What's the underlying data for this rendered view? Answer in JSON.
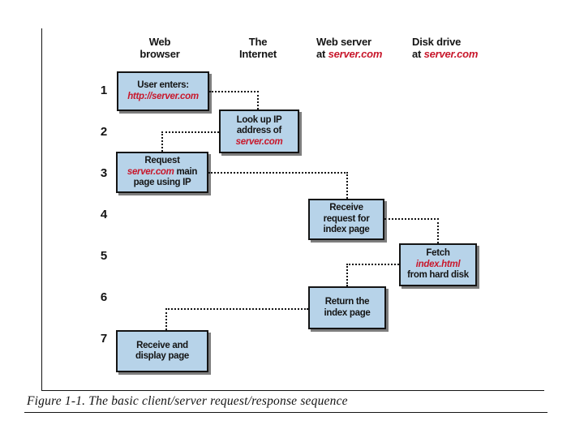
{
  "palette": {
    "box_fill": "#b7d3e9",
    "ink": "#141414",
    "accent_red": "#c8172b"
  },
  "caption": "Figure 1-1. The basic client/server request/response sequence",
  "columns": [
    {
      "id": "web-browser",
      "lines": [
        [
          {
            "t": "Web"
          }
        ],
        [
          {
            "t": "browser"
          }
        ]
      ]
    },
    {
      "id": "the-internet",
      "lines": [
        [
          {
            "t": "The"
          }
        ],
        [
          {
            "t": "Internet"
          }
        ]
      ]
    },
    {
      "id": "web-server",
      "lines": [
        [
          {
            "t": "Web server"
          }
        ],
        [
          {
            "t": "at "
          },
          {
            "t": "server.com",
            "red": true
          }
        ]
      ]
    },
    {
      "id": "disk-drive",
      "lines": [
        [
          {
            "t": "Disk drive"
          }
        ],
        [
          {
            "t": "at "
          },
          {
            "t": "server.com",
            "red": true
          }
        ]
      ]
    }
  ],
  "steps": [
    {
      "num": "1",
      "lines": [
        [
          {
            "t": "User enters:"
          }
        ],
        [
          {
            "t": "http://server.com",
            "red": true
          }
        ]
      ]
    },
    {
      "num": "2",
      "lines": [
        [
          {
            "t": "Look up IP"
          }
        ],
        [
          {
            "t": "address of"
          }
        ],
        [
          {
            "t": "server.com",
            "red": true
          }
        ]
      ]
    },
    {
      "num": "3",
      "lines": [
        [
          {
            "t": "Request"
          }
        ],
        [
          {
            "t": "server.com",
            "red": true
          },
          {
            "t": " main"
          }
        ],
        [
          {
            "t": "page using IP"
          }
        ]
      ]
    },
    {
      "num": "4",
      "lines": [
        [
          {
            "t": "Receive"
          }
        ],
        [
          {
            "t": "request for"
          }
        ],
        [
          {
            "t": "index page"
          }
        ]
      ]
    },
    {
      "num": "5",
      "lines": [
        [
          {
            "t": "Fetch"
          }
        ],
        [
          {
            "t": "index.html",
            "red": true
          }
        ],
        [
          {
            "t": "from hard disk"
          }
        ]
      ]
    },
    {
      "num": "6",
      "lines": [
        [
          {
            "t": "Return the"
          }
        ],
        [
          {
            "t": "index page"
          }
        ]
      ]
    },
    {
      "num": "7",
      "lines": [
        [
          {
            "t": "Receive and"
          }
        ],
        [
          {
            "t": "display page"
          }
        ]
      ]
    }
  ]
}
